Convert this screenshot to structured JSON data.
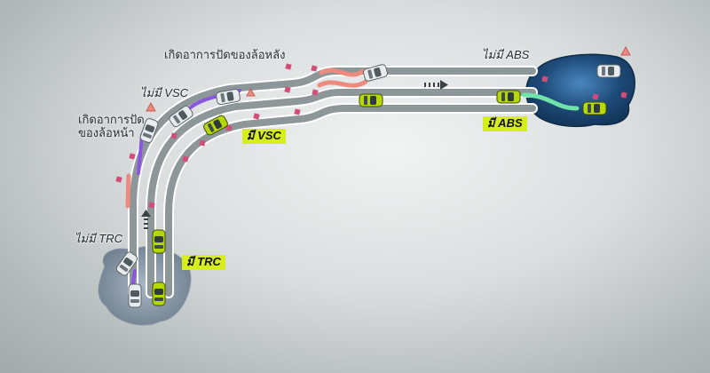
{
  "labels": {
    "rear_skid": "เกิดอาการปัดของล้อหลัง",
    "front_skid": "เกิดอาการปัด\nของล้อหน้า",
    "no_vsc": "ไม่มี VSC",
    "with_vsc": "มี VSC",
    "no_trc": "ไม่มี TRC",
    "with_trc": "มี TRC",
    "no_abs": "ไม่มี ABS",
    "with_abs": "มี ABS"
  },
  "colors": {
    "road": "#8d9699",
    "road_edge": "#ffffff",
    "water": "#1d4a78",
    "water_light": "#4a87c0",
    "car_with_system": "#b5d900",
    "car_without_system": "#e8ecee",
    "trail_without": "#8a55e0",
    "trail_with_abs": "#6fe3a8",
    "skid_mark": "#ec8a7e",
    "cone": "#d24d7a",
    "highlight": "#d6ef1b"
  }
}
